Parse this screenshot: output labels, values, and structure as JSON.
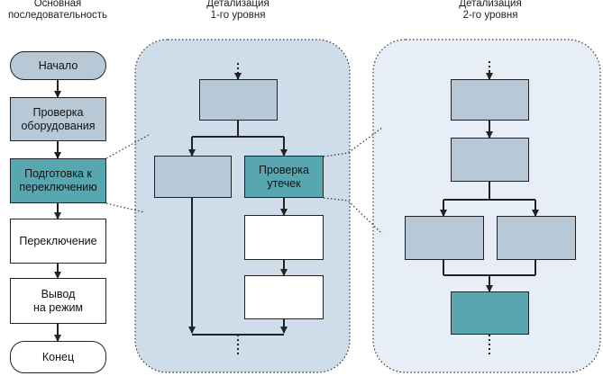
{
  "headers": {
    "main": "Основная\nпоследовательность",
    "level1": "Детализация\n1-го уровня",
    "level2": "Детализация\n2-го уровня"
  },
  "main_flow": {
    "start": "Начало",
    "equipment_check": "Проверка\nоборудования",
    "prepare_switch": "Подготовка к\nпереключению",
    "switching": "Переключение",
    "output_mode": "Вывод\nна режим",
    "end": "Конец"
  },
  "level1": {
    "leak_check": "Проверка\nутечек"
  },
  "colors": {
    "panel1_fill": "#cfdcea",
    "panel2_fill": "#e7eef8",
    "grey_block": "#b7c9d6",
    "teal_block": "#58a7b0",
    "line": "#222222"
  }
}
